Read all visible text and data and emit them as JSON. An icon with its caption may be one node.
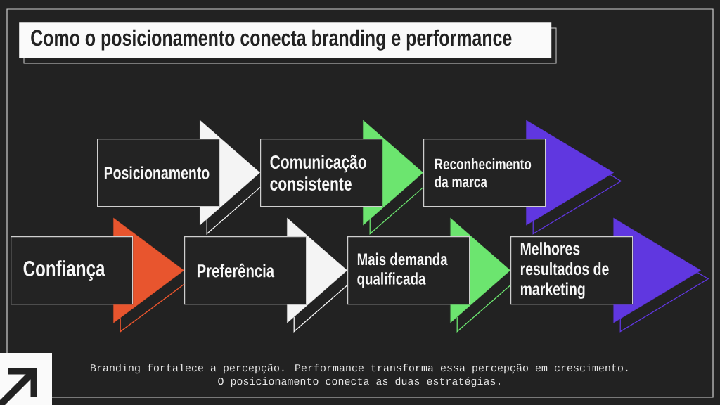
{
  "diagram": {
    "title": "Como o posicionamento conecta branding e performance",
    "caption": "Branding fortalece a percepção. Performance transforma essa percepção em crescimento. O posicionamento conecta as duas estratégias.",
    "nodes": [
      {
        "text": [
          "Posicionamento"
        ]
      },
      {
        "text": [
          "Comunicação consistente"
        ]
      },
      {
        "text": [
          "Reconhecimento da marca"
        ]
      },
      {
        "text": [
          "Confiança"
        ]
      },
      {
        "text": [
          "Preferência"
        ]
      },
      {
        "text": [
          "Mais demanda qualificada"
        ]
      },
      {
        "text": [
          "Melhores resultados de marketing"
        ]
      }
    ],
    "edges": [
      {
        "from": 0,
        "to": 1,
        "arrow": "to",
        "color": "#f4f4f4"
      },
      {
        "from": 1,
        "to": 2,
        "arrow": "to",
        "color": "#6ce56f"
      },
      {
        "from": 2,
        "to": null,
        "arrow": "to",
        "color": "#6037e0"
      },
      {
        "from": 3,
        "to": 4,
        "arrow": "to",
        "color": "#e8552e"
      },
      {
        "from": 4,
        "to": 5,
        "arrow": "to",
        "color": "#f4f4f4"
      },
      {
        "from": 5,
        "to": 6,
        "arrow": "to",
        "color": "#6ce56f"
      },
      {
        "from": 6,
        "to": null,
        "arrow": "to",
        "color": "#6037e0"
      }
    ]
  }
}
